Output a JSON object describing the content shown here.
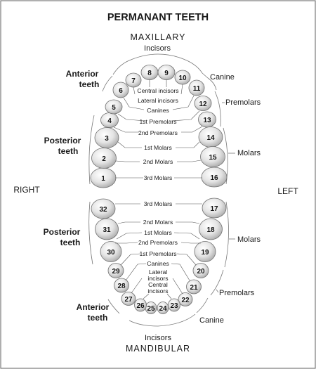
{
  "title": "PERMANANT TEETH",
  "jaw_labels": {
    "upper": "MAXILLARY",
    "lower": "MANDIBULAR"
  },
  "side_labels": {
    "right": "RIGHT",
    "left": "LEFT"
  },
  "upper_groups": {
    "incisors": "Incisors",
    "canine": "Canine",
    "premolars": "Premolars",
    "molars": "Molars",
    "anterior_line1": "Anterior",
    "anterior_line2": "teeth",
    "posterior_line1": "Posterior",
    "posterior_line2": "teeth"
  },
  "lower_groups": {
    "incisors": "Incisors",
    "canine": "Canine",
    "premolars": "Premolars",
    "molars": "Molars",
    "anterior_line1": "Anterior",
    "anterior_line2": "teeth",
    "posterior_line1": "Posterior",
    "posterior_line2": "teeth"
  },
  "upper_center_labels": {
    "central_incisors": "Central incisors",
    "lateral_incisors": "Lateral incisors",
    "canines": "Canines",
    "first_premolars": "1st Premolars",
    "second_premolars": "2nd Premolars",
    "first_molars": "1st Molars",
    "second_molars": "2nd Molars",
    "third_molars": "3rd Molars"
  },
  "lower_center_labels": {
    "third_molars": "3rd Molars",
    "second_molars": "2nd Molars",
    "first_molars": "1st Molars",
    "second_premolars": "2nd Premolars",
    "first_premolars": "1st Premolars",
    "canines": "Canines",
    "lateral_line1": "Lateral",
    "lateral_line2": "incisors",
    "central_line1": "Central",
    "central_line2": "incisors"
  },
  "teeth_upper": [
    "1",
    "2",
    "3",
    "4",
    "5",
    "6",
    "7",
    "8",
    "9",
    "10",
    "11",
    "12",
    "13",
    "14",
    "15",
    "16"
  ],
  "teeth_lower": [
    "17",
    "18",
    "19",
    "20",
    "21",
    "22",
    "23",
    "24",
    "25",
    "26",
    "27",
    "28",
    "29",
    "30",
    "31",
    "32"
  ],
  "colors": {
    "tooth_fill": "#dcdcdc",
    "tooth_stroke": "#6f6f6f",
    "text": "#1a1a1a",
    "frame": "#7a7a7a"
  }
}
